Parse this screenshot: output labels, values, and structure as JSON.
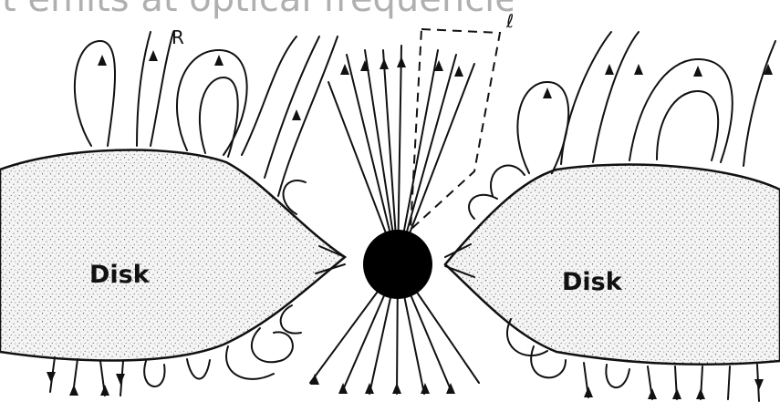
{
  "caption_fragment": "t emits at optical frequencies.",
  "labels": {
    "left_disk": "Disk",
    "right_disk": "Disk",
    "top_left_marker": "R",
    "top_right_marker": "ℓ"
  },
  "colors": {
    "ink": "#111111",
    "caption_gray": "#b0b0b0",
    "disk_fill": "#f4f4f4"
  }
}
